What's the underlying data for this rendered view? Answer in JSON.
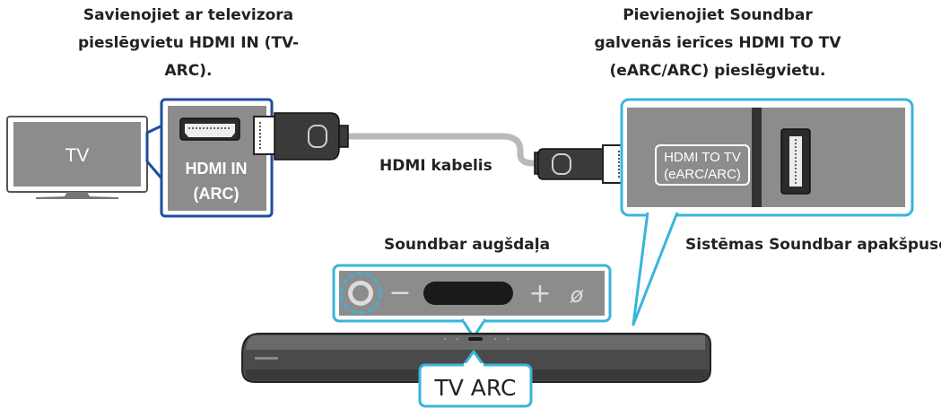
{
  "captions": {
    "left_line1": "Savienojiet ar televizora",
    "left_line2": "pieslēgvietu HDMI IN (TV-",
    "left_line3": "ARC).",
    "right_line1": "Pievienojiet Soundbar",
    "right_line2": "galvenās ierīces HDMI TO TV",
    "right_line3": "(eARC/ARC) pieslēgvietu."
  },
  "tv": {
    "label": "TV"
  },
  "tv_port": {
    "line1": "HDMI IN",
    "line2": "(ARC)"
  },
  "cable": {
    "label": "HDMI kabelis"
  },
  "soundbar_port": {
    "line1": "HDMI TO TV",
    "line2": "(eARC/ARC)"
  },
  "callouts": {
    "bottom_label": "Sistēmas Soundbar apakšpuse",
    "top_label": "Soundbar augšdaļa",
    "tv_arc": "TV ARC"
  },
  "panel_symbols": {
    "minus": "−",
    "plus": "+",
    "mute": "ø"
  },
  "colors": {
    "tv_port_frame": "#1f4e9c",
    "soundbar_frame": "#38b4dc",
    "panel_fill": "#8c8c8c",
    "cable": "#b9b9b9",
    "plug": "#3a3a3a"
  }
}
